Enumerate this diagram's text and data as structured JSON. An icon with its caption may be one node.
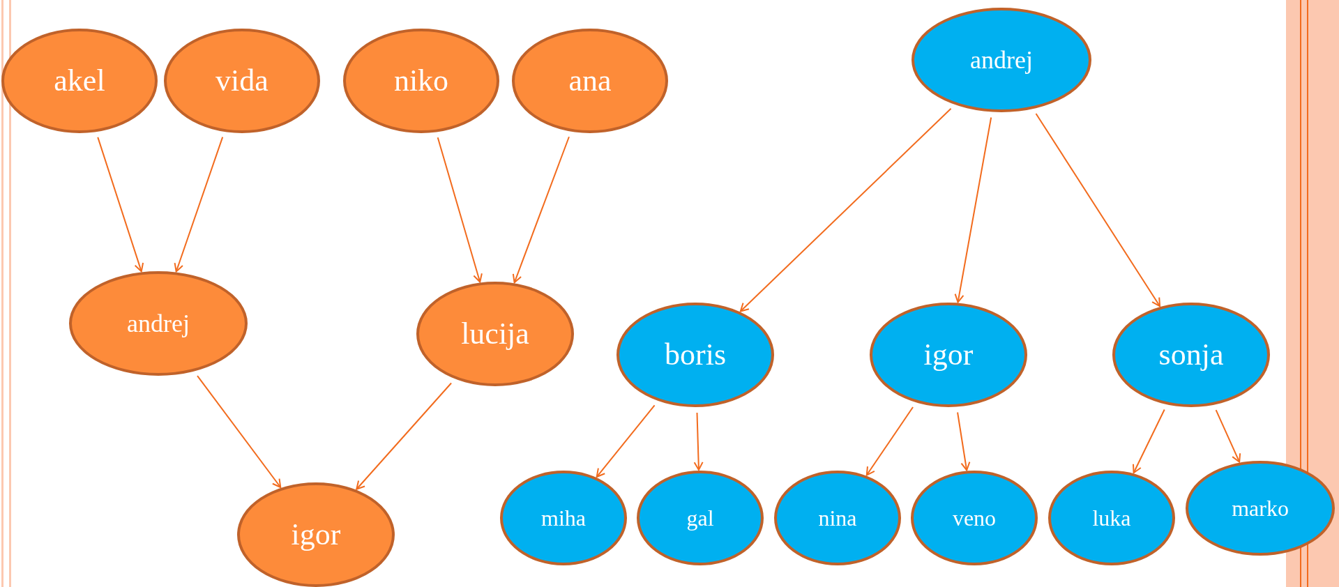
{
  "diagram": {
    "nodes": [
      {
        "text": [
          "akel"
        ]
      },
      {
        "text": [
          "vida"
        ]
      },
      {
        "text": [
          "niko"
        ]
      },
      {
        "text": [
          "ana"
        ]
      },
      {
        "text": [
          "andrej"
        ]
      },
      {
        "text": [
          "lucija"
        ]
      },
      {
        "text": [
          "igor"
        ]
      },
      {
        "text": [
          "andrej"
        ]
      },
      {
        "text": [
          "boris"
        ]
      },
      {
        "text": [
          "igor"
        ]
      },
      {
        "text": [
          "sonja"
        ]
      },
      {
        "text": [
          "miha"
        ]
      },
      {
        "text": [
          "gal"
        ]
      },
      {
        "text": [
          "nina"
        ]
      },
      {
        "text": [
          "veno"
        ]
      },
      {
        "text": [
          "luka"
        ]
      },
      {
        "text": [
          "marko"
        ]
      }
    ],
    "edges": [
      {
        "from": 0,
        "to": 4,
        "arrow": "to"
      },
      {
        "from": 1,
        "to": 4,
        "arrow": "to"
      },
      {
        "from": 2,
        "to": 5,
        "arrow": "to"
      },
      {
        "from": 3,
        "to": 5,
        "arrow": "to"
      },
      {
        "from": 4,
        "to": 6,
        "arrow": "to"
      },
      {
        "from": 5,
        "to": 6,
        "arrow": "to"
      },
      {
        "from": 7,
        "to": 8,
        "arrow": "to"
      },
      {
        "from": 7,
        "to": 9,
        "arrow": "to"
      },
      {
        "from": 7,
        "to": 10,
        "arrow": "to"
      },
      {
        "from": 8,
        "to": 11,
        "arrow": "to"
      },
      {
        "from": 8,
        "to": 12,
        "arrow": "to"
      },
      {
        "from": 9,
        "to": 13,
        "arrow": "to"
      },
      {
        "from": 9,
        "to": 14,
        "arrow": "to"
      },
      {
        "from": 10,
        "to": 15,
        "arrow": "to"
      },
      {
        "from": 10,
        "to": 16,
        "arrow": "to"
      }
    ]
  }
}
